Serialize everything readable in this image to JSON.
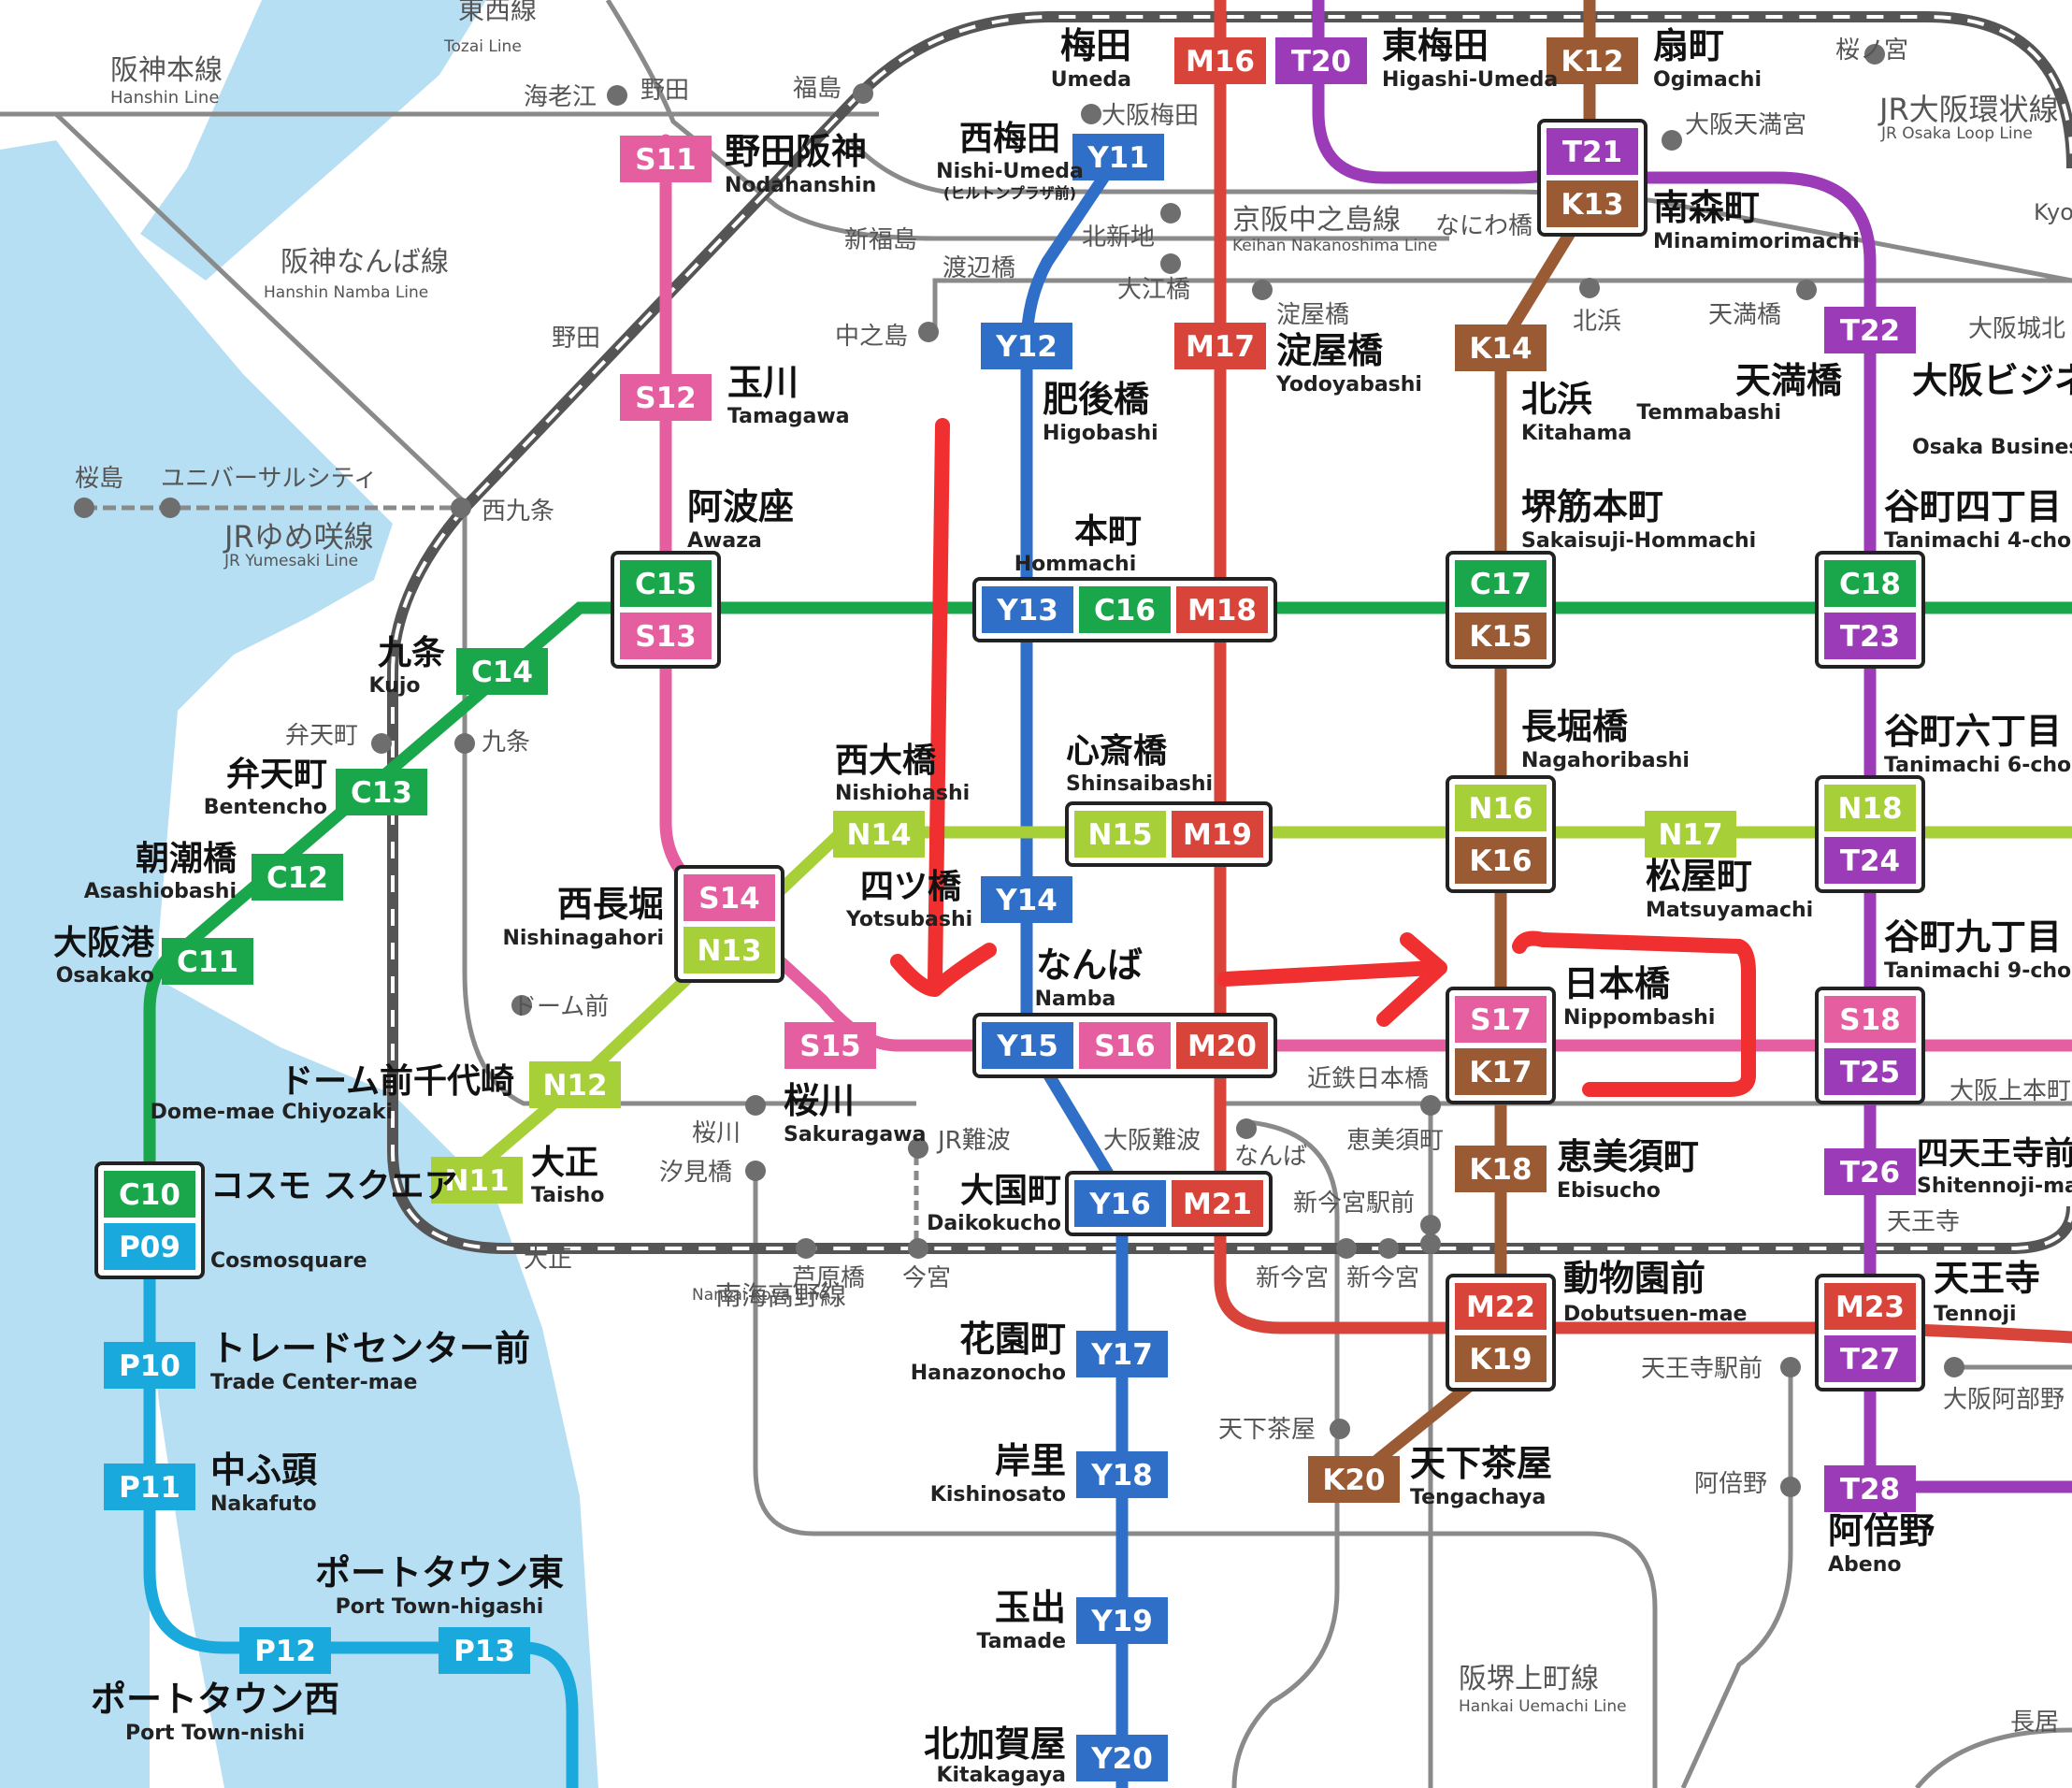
{
  "map_title_fragment": "be",
  "colors": {
    "water": "#b7dff4",
    "chuo": "#1aa64a",
    "yotsubashi": "#2f6fc7",
    "midosuji": "#d9443a",
    "sennichimae": "#e55fa0",
    "sakaisuji": "#9a5a34",
    "tanimachi": "#9b3bb8",
    "nagahori": "#a7cf38",
    "nanko": "#19a9dc",
    "jr": "#6b6b6b",
    "annotation": "#f03030"
  },
  "stations": [
    {
      "id": "umeda",
      "jp": "梅田",
      "en": "Umeda",
      "codes": [
        "M16"
      ]
    },
    {
      "id": "higashi-umeda",
      "jp": "東梅田",
      "en": "Higashi-Umeda",
      "codes": [
        "T20"
      ]
    },
    {
      "id": "ogimachi",
      "jp": "扇町",
      "en": "Ogimachi",
      "codes": [
        "K12"
      ]
    },
    {
      "id": "nishi-umeda",
      "jp": "西梅田",
      "en": "Nishi-Umeda",
      "sub": "(ヒルトンプラザ前)",
      "codes": [
        "Y11"
      ]
    },
    {
      "id": "nodahanshin",
      "jp": "野田阪神",
      "en": "Nodahanshin",
      "codes": [
        "S11"
      ]
    },
    {
      "id": "minamimorimachi",
      "jp": "南森町",
      "en": "Minamimorimachi",
      "codes": [
        "T21",
        "K13"
      ]
    },
    {
      "id": "tamagawa",
      "jp": "玉川",
      "en": "Tamagawa",
      "codes": [
        "S12"
      ]
    },
    {
      "id": "yodoyabashi",
      "jp": "淀屋橋",
      "en": "Yodoyabashi",
      "codes": [
        "M17"
      ]
    },
    {
      "id": "higobashi",
      "jp": "肥後橋",
      "en": "Higobashi",
      "codes": [
        "Y12"
      ]
    },
    {
      "id": "kitahama",
      "jp": "北浜",
      "en": "Kitahama",
      "codes": [
        "K14"
      ]
    },
    {
      "id": "temmabashi",
      "jp": "天満橋",
      "en": "Temmabashi",
      "codes": [
        "T22"
      ]
    },
    {
      "id": "obp",
      "jp": "大阪ビジネ パー",
      "en": "Osaka Busines",
      "codes": []
    },
    {
      "id": "awaza",
      "jp": "阿波座",
      "en": "Awaza",
      "codes": [
        "C15",
        "S13"
      ]
    },
    {
      "id": "hommachi",
      "jp": "本町",
      "en": "Hommachi",
      "codes": [
        "Y13",
        "C16",
        "M18"
      ]
    },
    {
      "id": "sakaisuji-hommachi",
      "jp": "堺筋本町",
      "en": "Sakaisuji-Hommachi",
      "codes": [
        "C17",
        "K15"
      ]
    },
    {
      "id": "tanimachi4",
      "jp": "谷町四丁目",
      "en": "Tanimachi 4-chor",
      "codes": [
        "C18",
        "T23"
      ]
    },
    {
      "id": "kujo",
      "jp": "九条",
      "en": "Kujo",
      "codes": [
        "C14"
      ]
    },
    {
      "id": "bentencho",
      "jp": "弁天町",
      "en": "Bentencho",
      "codes": [
        "C13"
      ]
    },
    {
      "id": "asashiobashi",
      "jp": "朝潮橋",
      "en": "Asashiobashi",
      "codes": [
        "C12"
      ]
    },
    {
      "id": "osakako",
      "jp": "大阪港",
      "en": "Osakako",
      "codes": [
        "C11"
      ]
    },
    {
      "id": "nishiohashi",
      "jp": "西大橋",
      "en": "Nishiohashi",
      "codes": [
        "N14"
      ]
    },
    {
      "id": "shinsaibashi",
      "jp": "心斎橋",
      "en": "Shinsaibashi",
      "codes": [
        "N15",
        "M19"
      ]
    },
    {
      "id": "nagahoribashi",
      "jp": "長堀橋",
      "en": "Nagahoribashi",
      "codes": [
        "N16",
        "K16"
      ]
    },
    {
      "id": "matsuyamachi",
      "jp": "松屋町",
      "en": "Matsuyamachi",
      "codes": [
        "N17"
      ]
    },
    {
      "id": "tanimachi6",
      "jp": "谷町六丁目",
      "en": "Tanimachi 6-chor",
      "codes": [
        "N18",
        "T24"
      ]
    },
    {
      "id": "yotsubashi",
      "jp": "四ツ橋",
      "en": "Yotsubashi",
      "codes": [
        "Y14"
      ]
    },
    {
      "id": "nishinagahori",
      "jp": "西長堀",
      "en": "Nishinagahori",
      "codes": [
        "S14",
        "N13"
      ]
    },
    {
      "id": "namba",
      "jp": "なんば",
      "en": "Namba",
      "codes": [
        "Y15",
        "S16",
        "M20"
      ]
    },
    {
      "id": "nippombashi",
      "jp": "日本橋",
      "en": "Nippombashi",
      "codes": [
        "S17",
        "K17"
      ]
    },
    {
      "id": "tanimachi9",
      "jp": "谷町九丁目",
      "en": "Tanimachi 9-chor",
      "codes": [
        "S18",
        "T25"
      ]
    },
    {
      "id": "sakuragawa",
      "jp": "桜川",
      "en": "Sakuragawa",
      "codes": [
        "S15"
      ]
    },
    {
      "id": "dome-mae-chiyozaki",
      "jp": "ドーム前千代崎",
      "en": "Dome-mae Chiyozaki",
      "codes": [
        "N12"
      ]
    },
    {
      "id": "taisho",
      "jp": "大正",
      "en": "Taisho",
      "codes": [
        "N11"
      ]
    },
    {
      "id": "daikokucho",
      "jp": "大国町",
      "en": "Daikokucho",
      "codes": [
        "Y16",
        "M21"
      ]
    },
    {
      "id": "ebisucho",
      "jp": "恵美須町",
      "en": "Ebisucho",
      "codes": [
        "K18"
      ]
    },
    {
      "id": "shitennoji",
      "jp": "四天王寺前夕",
      "en": "Shitennoji-mae",
      "codes": [
        "T26"
      ]
    },
    {
      "id": "cosmosquare",
      "jp": "コスモ スクエア",
      "en": "Cosmosquare",
      "codes": [
        "C10",
        "P09"
      ]
    },
    {
      "id": "trade-center",
      "jp": "トレードセンター前",
      "en": "Trade Center-mae",
      "codes": [
        "P10"
      ]
    },
    {
      "id": "dobutsuen",
      "jp": "動物園前",
      "en": "Dobutsuen-mae",
      "codes": [
        "M22",
        "K19"
      ]
    },
    {
      "id": "tennoji",
      "jp": "天王寺",
      "en": "Tennoji",
      "codes": [
        "M23",
        "T27"
      ]
    },
    {
      "id": "hanazonocho",
      "jp": "花園町",
      "en": "Hanazonocho",
      "codes": [
        "Y17"
      ]
    },
    {
      "id": "nakafuto",
      "jp": "中ふ頭",
      "en": "Nakafuto",
      "codes": [
        "P11"
      ]
    },
    {
      "id": "kishinosato",
      "jp": "岸里",
      "en": "Kishinosato",
      "codes": [
        "Y18"
      ]
    },
    {
      "id": "tengachaya",
      "jp": "天下茶屋",
      "en": "Tengachaya",
      "codes": [
        "K20"
      ]
    },
    {
      "id": "abeno",
      "jp": "阿倍野",
      "en": "Abeno",
      "codes": [
        "T28"
      ]
    },
    {
      "id": "port-town-higashi",
      "jp": "ポートタウン東",
      "en": "Port Town-higashi",
      "codes": [
        "P13"
      ]
    },
    {
      "id": "port-town-nishi",
      "jp": "ポートタウン西",
      "en": "Port Town-nishi",
      "codes": [
        "P12"
      ]
    },
    {
      "id": "tamade",
      "jp": "玉出",
      "en": "Tamade",
      "codes": [
        "Y19"
      ]
    },
    {
      "id": "kitakagaya",
      "jp": "北加賀屋",
      "en": "Kitakagaya",
      "codes": [
        "Y20"
      ]
    }
  ],
  "other_labels": {
    "hanshin_main_jp": "阪神本線",
    "hanshin_main_en": "Hanshin Line",
    "hanshin_namba_jp": "阪神なんば線",
    "hanshin_namba_en": "Hanshin Namba Line",
    "jr_yumesaki_jp": "JRゆめ咲線",
    "jr_yumesaki_en": "JR Yumesaki Line",
    "jr_loop_jp": "JR大阪環状線",
    "jr_loop_en": "JR Osaka Loop Line",
    "keihan_jp": "京阪中之島線",
    "keihan_en": "Keihan Nakanoshima Line",
    "hankai_jp": "阪堺上町線",
    "hankai_en": "Hankai Uemachi Line",
    "nankai_jp": "南海高野線",
    "nankai_en": "Nankai Koya Line",
    "tozai_jp": "東西線",
    "tozai_en": "Tozai Line",
    "ebie": "海老江",
    "noda_top": "野田",
    "fukushima": "福島",
    "osaka_umeda": "大阪梅田",
    "shinfukushima": "新福島",
    "kitashinchi": "北新地",
    "watanabebashi": "渡辺橋",
    "oebashi": "大江橋",
    "nakanoshima": "中之島",
    "yodoyabashi_k": "淀屋橋",
    "naniwabashi": "なにわ橋",
    "kitahama_k": "北浜",
    "temmabashi_k": "天満橋",
    "osaka_temmangu": "大阪天満宮",
    "sakuranomiya": "桜ノ宮",
    "osakajokita": "大阪城北",
    "noda_hanshin": "野田",
    "sakurajima": "桜島",
    "usj": "ユニバーサルシティ",
    "nishikujo": "西九条",
    "bentencho_jr": "弁天町",
    "kujo_hanshin": "九条",
    "dome_mae": "ドーム前",
    "sakuragawa_hanshin": "桜川",
    "shiomibashi": "汐見橋",
    "jr_namba": "JR難波",
    "osaka_namba": "大阪難波",
    "nankai_namba": "なんば",
    "kintetsu_nippombashi": "近鉄日本橋",
    "ebisucho_hankai": "恵美須町",
    "shin_imamiya_ekimae": "新今宮駅前",
    "shin_imamiya1": "新今宮",
    "shin_imamiya2": "新今宮",
    "ashiharabashi": "芦原橋",
    "imamiya": "今宮",
    "taisho_jr": "大正",
    "tennoji_ekimae": "天王寺駅前",
    "tennoji_jr": "天王寺",
    "osaka_uehommachi": "大阪上本町",
    "osaka_abenobashi": "大阪阿部野",
    "tengachaya_k": "天下茶屋",
    "abeno_k": "阿倍野",
    "nagai": "長居",
    "kyo": "Kyo"
  }
}
